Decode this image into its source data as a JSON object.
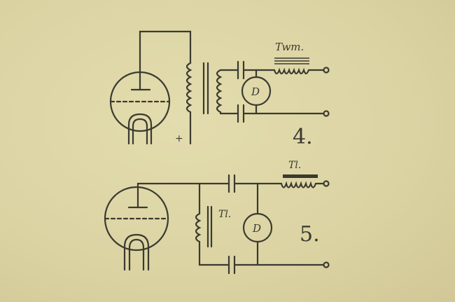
{
  "figure4": {
    "number": "4.",
    "inductor_label": "Twm.",
    "meter_label": "D",
    "polarity": "+"
  },
  "figure5": {
    "number": "5.",
    "inductor_label": "Tl.",
    "transformer_label": "Tl.",
    "meter_label": "D"
  },
  "colors": {
    "paper": "#ddd5a6",
    "ink": "#3b3a30"
  }
}
